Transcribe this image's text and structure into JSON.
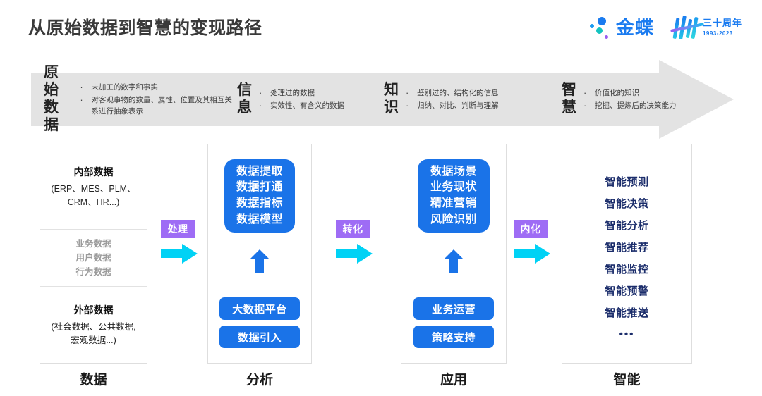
{
  "header": {
    "title": "从原始数据到智慧的变现路径",
    "brand": {
      "name": "金蝶",
      "anniversary_cn": "三十周年",
      "anniversary_years": "1993-2023"
    },
    "colors": {
      "brand_blue": "#1a7bf0",
      "accent_blue": "#1a73e8",
      "accent_purple": "#9e6cf5",
      "accent_cyan": "#00d2f5",
      "navy": "#1b2d6b",
      "banner_gray": "#e3e3e3"
    }
  },
  "banner": {
    "items": [
      {
        "head": "原始\n数据",
        "bullets": [
          "未加工的数字和事实",
          "对客观事物的数量、属性、位置及其相互关系进行抽象表示"
        ],
        "dot": "·"
      },
      {
        "head": "信\n息",
        "bullets": [
          "处理过的数据",
          "实效性、有含义的数据"
        ],
        "dot": "·"
      },
      {
        "head": "知\n识",
        "bullets": [
          "鉴别过的、结构化的信息",
          "归纳、对比、判断与理解"
        ],
        "dot": "·"
      },
      {
        "head": "智\n慧",
        "bullets": [
          "价值化的知识",
          "挖掘、提炼后的决策能力"
        ],
        "dot": "·"
      }
    ]
  },
  "columns": {
    "data": {
      "label": "数据",
      "internal_title": "内部数据",
      "internal_sub": "(ERP、MES、PLM、\nCRM、HR...)",
      "middle_items": [
        "业务数据",
        "用户数据",
        "行为数据"
      ],
      "external_title": "外部数据",
      "external_sub": "(社会数据、公共数据,\n宏观数据...)"
    },
    "analysis": {
      "label": "分析",
      "card": "数据提取\n数据打通\n数据指标\n数据模型",
      "pills": [
        "大数据平台",
        "数据引入"
      ]
    },
    "application": {
      "label": "应用",
      "card": "数据场景\n业务现状\n精准营销\n风险识别",
      "pills": [
        "业务运营",
        "策略支持"
      ]
    },
    "intelligence": {
      "label": "智能",
      "items": [
        "智能预测",
        "智能决策",
        "智能分析",
        "智能推荐",
        "智能监控",
        "智能预警",
        "智能推送"
      ],
      "ellipsis": "•••"
    }
  },
  "connectors": [
    {
      "tag": "处理"
    },
    {
      "tag": "转化"
    },
    {
      "tag": "内化"
    }
  ]
}
